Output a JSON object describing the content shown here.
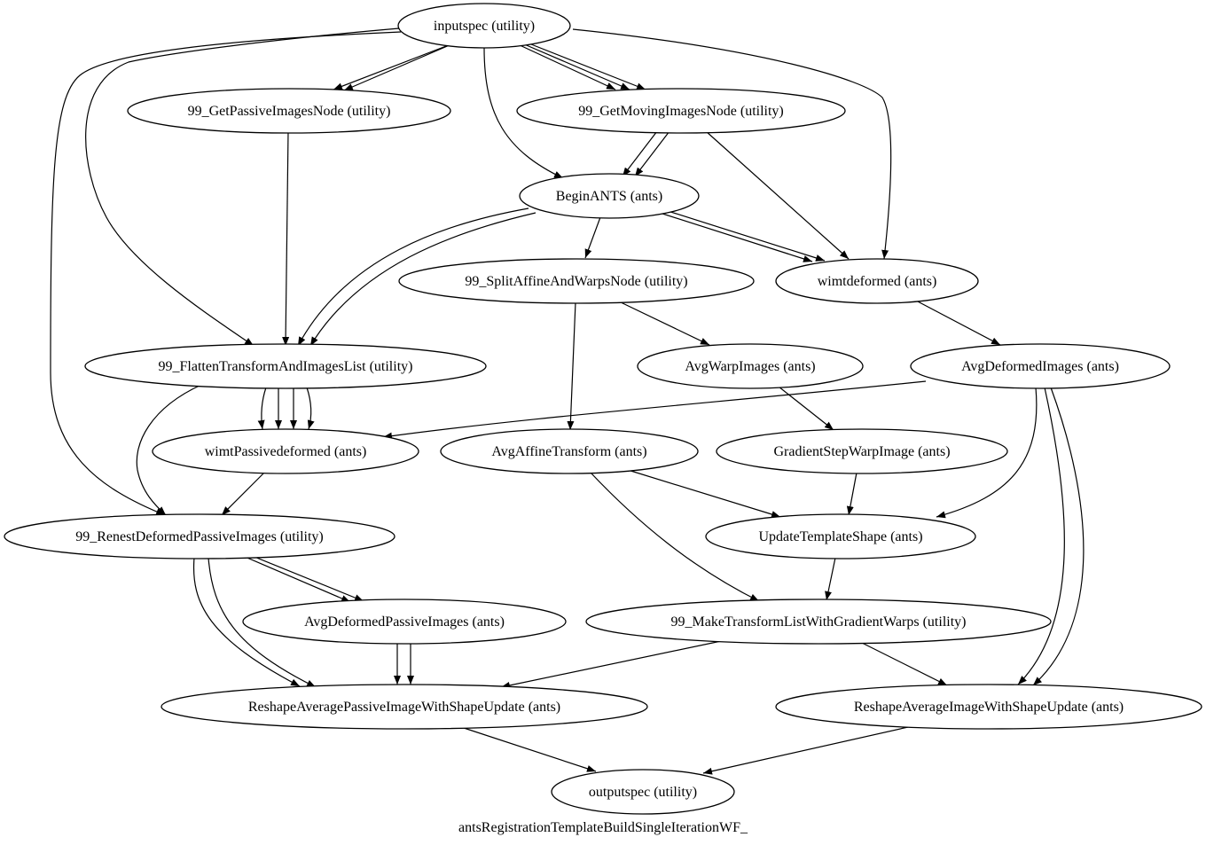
{
  "graph": {
    "caption": "antsRegistrationTemplateBuildSingleIterationWF_",
    "nodes": {
      "inputspec": "inputspec (utility)",
      "getpassive": "99_GetPassiveImagesNode (utility)",
      "getmoving": "99_GetMovingImagesNode (utility)",
      "beginants": "BeginANTS (ants)",
      "splitaffine": "99_SplitAffineAndWarpsNode (utility)",
      "wimtdeformed": "wimtdeformed (ants)",
      "flatten": "99_FlattenTransformAndImagesList (utility)",
      "avgwarp": "AvgWarpImages (ants)",
      "avgdeformed": "AvgDeformedImages (ants)",
      "wimtpassive": "wimtPassivedeformed (ants)",
      "avgaffine": "AvgAffineTransform (ants)",
      "gradientstep": "GradientStepWarpImage (ants)",
      "renest": "99_RenestDeformedPassiveImages (utility)",
      "updatetemplate": "UpdateTemplateShape (ants)",
      "avgdefpassive": "AvgDeformedPassiveImages (ants)",
      "maketransform": "99_MakeTransformListWithGradientWarps (utility)",
      "reshapepassive": "ReshapeAveragePassiveImageWithShapeUpdate (ants)",
      "reshapeavg": "ReshapeAverageImageWithShapeUpdate (ants)",
      "outputspec": "outputspec (utility)"
    }
  }
}
